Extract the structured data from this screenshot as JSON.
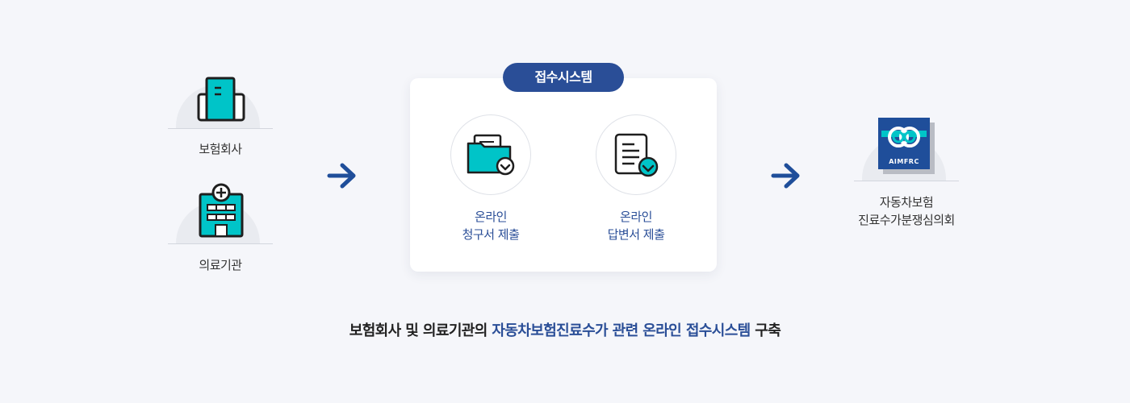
{
  "left_nodes": {
    "insurer": {
      "label": "보험회사",
      "icon": "building-icon"
    },
    "medical": {
      "label": "의료기관",
      "icon": "hospital-icon"
    }
  },
  "system": {
    "title": "접수시스템",
    "services": [
      {
        "line1": "온라인",
        "line2": "청구서 제출",
        "icon": "folder-check-icon"
      },
      {
        "line1": "온라인",
        "line2": "답변서 제출",
        "icon": "document-check-icon"
      }
    ]
  },
  "right_node": {
    "logo_text": "AIMFRC",
    "line1": "자동차보험",
    "line2": "진료수가분쟁심의회"
  },
  "caption": {
    "prefix": "보험회사 및 의료기관의 ",
    "highlight": "자동차보험진료수가 관련 온라인 접수시스템",
    "suffix": " 구축"
  },
  "colors": {
    "accent": "#2a4e97",
    "teal": "#00c4c8",
    "background": "#f5f6fa"
  }
}
